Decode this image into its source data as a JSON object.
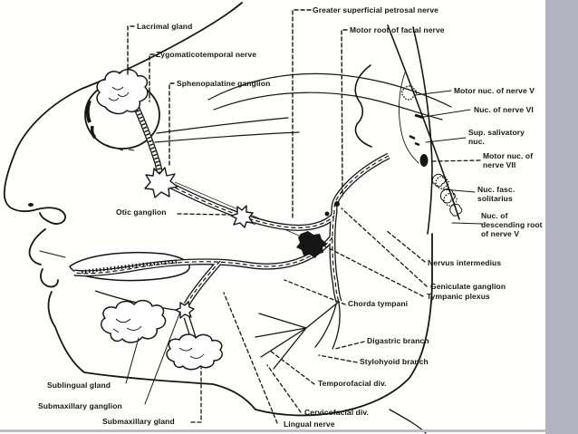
{
  "page": {
    "paper_color": "#fffffe",
    "ink_color": "#161616",
    "right_band_color": "#b4b4c0",
    "bottom_strip_color": "#bcbcc9"
  },
  "labels": [
    {
      "id": "lacrimal-gland",
      "text": "Lacrimal gland"
    },
    {
      "id": "zygomaticotemporal-nerve",
      "text": "Zygomaticotemporal nerve"
    },
    {
      "id": "sphenopalatine-ganglion",
      "text": "Sphenopalatine ganglion"
    },
    {
      "id": "greater-superficial-petrosal-nerve",
      "text": "Greater superficial petrosal nerve"
    },
    {
      "id": "motor-root-of-facial-nerve",
      "text": "Motor root of facial nerve"
    },
    {
      "id": "motor-nuc-of-nerve-v",
      "text": "Motor nuc. of nerve V"
    },
    {
      "id": "nuc-of-nerve-vi",
      "text": "Nuc. of nerve VI"
    },
    {
      "id": "sup-salivatory-nuc",
      "text": "Sup. salivatory nuc."
    },
    {
      "id": "motor-nuc-of-nerve-vii",
      "text": "Motor nuc. of nerve VII"
    },
    {
      "id": "nuc-fasc-solitarius",
      "text": "Nuc. fasc. solitarius"
    },
    {
      "id": "nuc-of-descending-root-of-nerve-v",
      "text": "Nuc. of descending root of nerve V"
    },
    {
      "id": "nervus-intermedius",
      "text": "Nervus intermedius"
    },
    {
      "id": "geniculate-ganglion",
      "text": "Geniculate ganglion"
    },
    {
      "id": "tympanic-plexus",
      "text": "Tympanic plexus"
    },
    {
      "id": "chorda-tympani",
      "text": "Chorda tympani"
    },
    {
      "id": "digastric-branch",
      "text": "Digastric branch"
    },
    {
      "id": "stylohyoid-branch",
      "text": "Stylohyoid branch"
    },
    {
      "id": "temporofacial-div",
      "text": "Temporofacial div."
    },
    {
      "id": "cervicofacial-div",
      "text": "Cervicofacial div."
    },
    {
      "id": "lingual-nerve",
      "text": "Lingual nerve"
    },
    {
      "id": "otic-ganglion",
      "text": "Otic ganglion"
    },
    {
      "id": "sublingual-gland",
      "text": "Sublingual gland"
    },
    {
      "id": "submaxillary-ganglion",
      "text": "Submaxillary ganglion"
    },
    {
      "id": "submaxillary-gland",
      "text": "Submaxillary gland"
    }
  ]
}
